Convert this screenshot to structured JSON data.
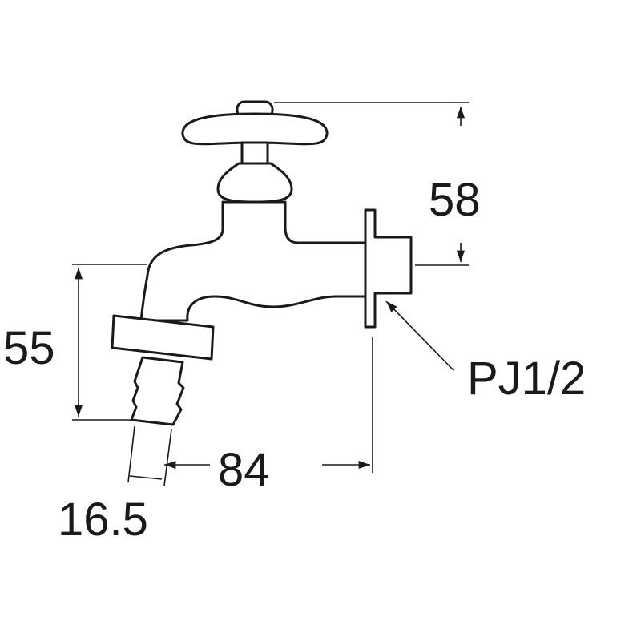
{
  "colors": {
    "line": "#1a1a1a",
    "background": "#ffffff",
    "fill": "#ffffff"
  },
  "dimensions": {
    "height_top_to_inlet": "58",
    "height_spout": "55",
    "length_spout_to_wall": "84",
    "hose_outlet_diameter": "16.5",
    "thread_spec": "PJ1/2"
  }
}
